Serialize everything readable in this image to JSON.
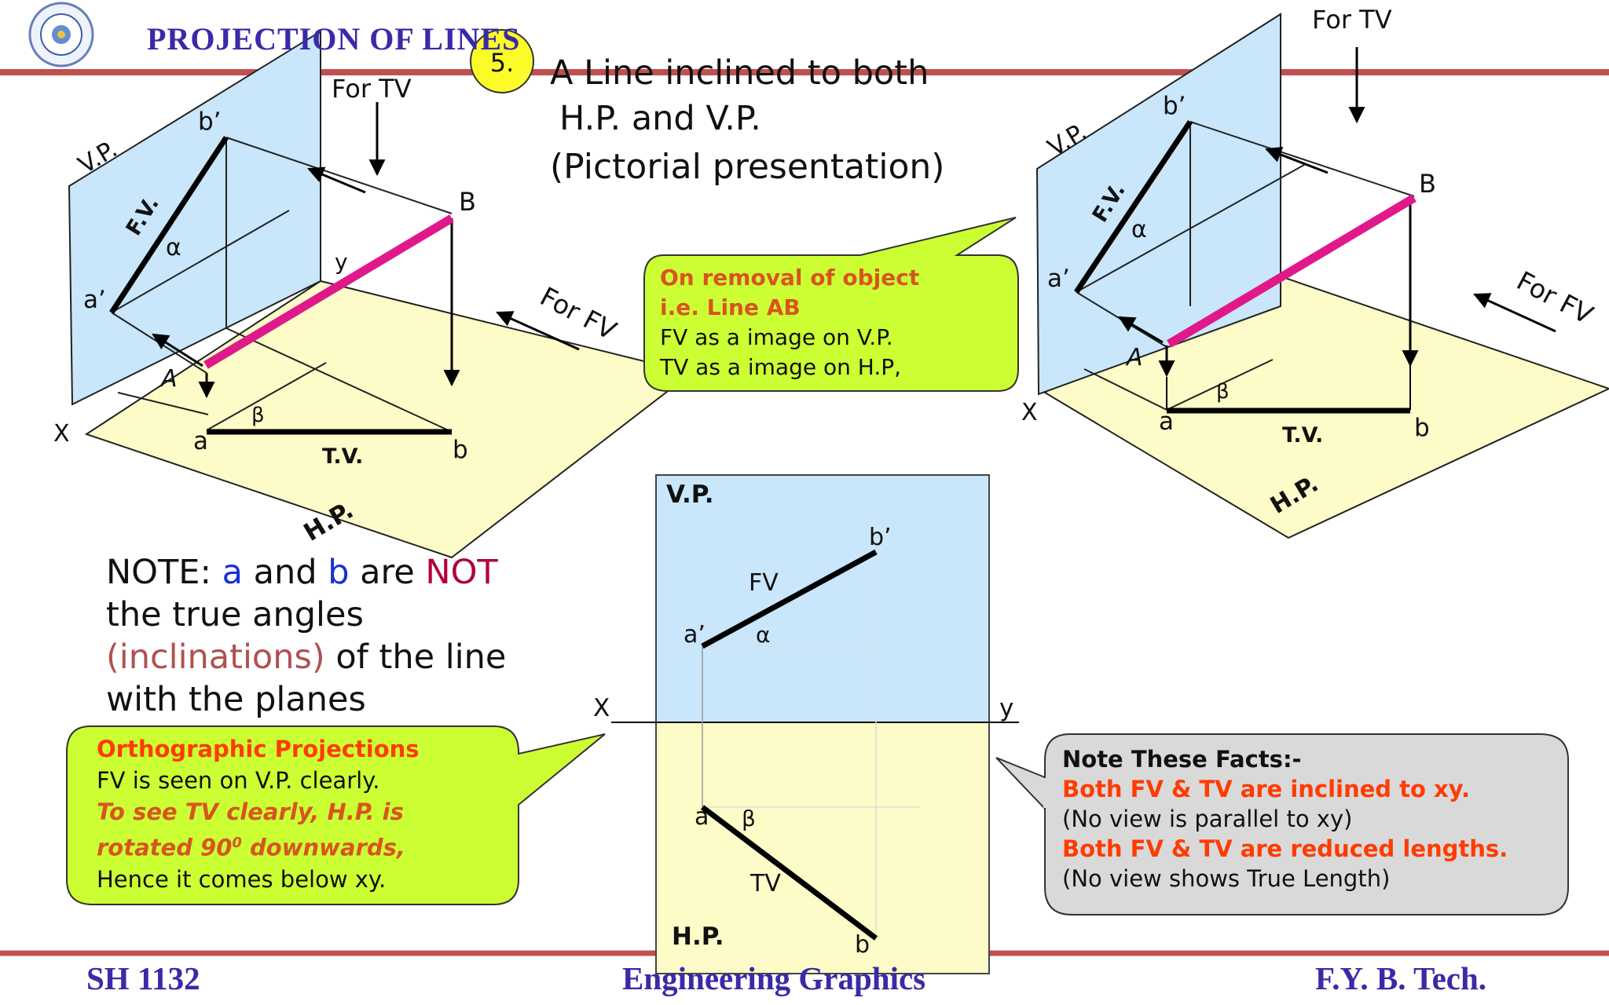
{
  "title": "PROJECTION OF LINES",
  "badge": "5.",
  "heading": {
    "line1": "A Line inclined to both",
    "line2": "H.P. and V.P.",
    "line3": "(Pictorial presentation)"
  },
  "left_pictorial": {
    "plane_vp": "V.P.",
    "plane_hp": "H.P.",
    "fv_label": "F.V.",
    "tv_label": "T.V.",
    "for_tv": "For TV",
    "for_fv": "For FV",
    "point_a": "A",
    "point_b": "B",
    "a_dash": "a’",
    "b_dash": "b’",
    "a_small": "a",
    "b_small": "b",
    "alpha": "α",
    "beta": "β",
    "x": "X",
    "y": "y"
  },
  "right_pictorial": {
    "plane_vp": "V.P.",
    "plane_hp": "H.P.",
    "fv_label": "F.V.",
    "tv_label": "T.V.",
    "for_tv": "For TV",
    "for_fv": "For FV",
    "point_a": "A",
    "point_b": "B",
    "a_dash": "a’",
    "b_dash": "b’",
    "a_small": "a",
    "b_small": "b",
    "alpha": "α",
    "beta": "β",
    "x": "X"
  },
  "callout_removal": {
    "line1": "On removal of object",
    "line2": "i.e. Line AB",
    "line3": "FV as a image on V.P.",
    "line4": "TV as a image on H.P,"
  },
  "orthographic": {
    "vp_label": "V.P.",
    "hp_label": "H.P.",
    "x": "X",
    "y": "y",
    "fv": "FV",
    "tv": "TV",
    "a_dash": "a’",
    "b_dash": "b’",
    "a_small": "a",
    "b_small": "b",
    "alpha": "α",
    "beta": "β"
  },
  "note": {
    "prefix": "NOTE: ",
    "a": "a",
    "and": " and ",
    "b": "b",
    "are": " are ",
    "not": "NOT",
    "line2": "the true angles",
    "inclinations": "(inclinations)",
    "line3_rest": " of the line",
    "line4": "with the planes"
  },
  "callout_ortho": {
    "title": "Orthographic Projections",
    "line2": "FV is seen on V.P. clearly.",
    "line3": "To see TV clearly, H.P. is",
    "line4_a": "rotated 90",
    "line4_sup": "0",
    "line4_b": " downwards,",
    "line5": "Hence it comes below xy."
  },
  "callout_facts": {
    "title": "Note These Facts:-",
    "line2": "Both FV & TV are inclined to xy.",
    "line3": "(No view is parallel to xy)",
    "line4": "Both FV & TV are reduced lengths.",
    "line5": "(No view shows True Length)"
  },
  "footer": {
    "left": "SH 1132",
    "center": "Engineering Graphics",
    "right": "F.Y.  B. Tech."
  },
  "colors": {
    "title_blue": "#3a2aa8",
    "rule_red": "#c0504d",
    "vp_fill": "#c9e6fb",
    "hp_fill": "#fdfcc8",
    "line_ab": "#e0198a",
    "callout_green": "#ccff33",
    "callout_gray": "#d9d9d9",
    "highlight_orange": "#ff3b00"
  }
}
